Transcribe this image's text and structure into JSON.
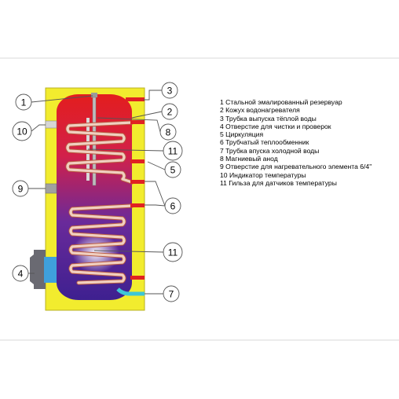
{
  "diagram": {
    "callouts": [
      {
        "id": "1",
        "label": "1"
      },
      {
        "id": "2",
        "label": "2"
      },
      {
        "id": "3",
        "label": "3"
      },
      {
        "id": "4",
        "label": "4"
      },
      {
        "id": "5",
        "label": "5"
      },
      {
        "id": "6",
        "label": "6"
      },
      {
        "id": "7",
        "label": "7"
      },
      {
        "id": "8",
        "label": "8"
      },
      {
        "id": "9",
        "label": "9"
      },
      {
        "id": "10",
        "label": "10"
      },
      {
        "id": "11a",
        "label": "11"
      },
      {
        "id": "11b",
        "label": "11"
      }
    ],
    "legend": [
      "1 Стальной эмалированный резервуар",
      "2 Кожух водонагревателя",
      "3 Трубка выпуска тёплой воды",
      "4 Отверстие для чистки и проверок",
      "5 Циркуляция",
      "6 Трубчатый теплообменник",
      "7 Трубка впуска холодной воды",
      "8 Магниевый анод",
      "9 Отверстие для нагревательного элемента 6/4\"",
      "10 Индикатор температуры",
      "11 Гильза для датчиков температуры"
    ],
    "colors": {
      "casing": "#f2ec2e",
      "casing_stroke": "#b8b020",
      "tank_top": "#e31e1e",
      "tank_bottom": "#4a1f9a",
      "coil": "#f0cfc0",
      "coil_stroke": "#b85a40",
      "pipe_red": "#e02222",
      "pipe_cyan": "#3ec6d6",
      "flange_blue": "#3fa0dc",
      "hatch_gray": "#6a6a72",
      "port_gray": "#a0a0a0",
      "callout_stroke": "#555555",
      "border_line": "#cccccc"
    }
  }
}
